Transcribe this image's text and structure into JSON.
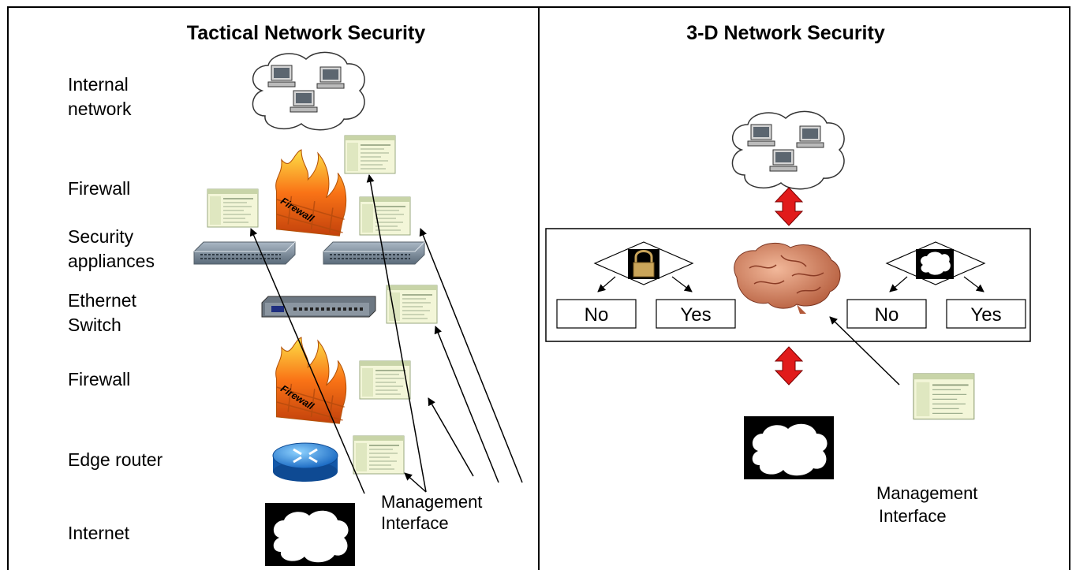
{
  "left_panel": {
    "title": "Tactical Network Security",
    "layers": [
      {
        "label_lines": [
          "Internal",
          "network"
        ]
      },
      {
        "label_lines": [
          "Firewall"
        ]
      },
      {
        "label_lines": [
          "Security",
          "appliances"
        ]
      },
      {
        "label_lines": [
          "Ethernet",
          "Switch"
        ]
      },
      {
        "label_lines": [
          "Firewall"
        ]
      },
      {
        "label_lines": [
          "Edge router"
        ]
      },
      {
        "label_lines": [
          "Internet"
        ]
      }
    ],
    "management_label": [
      "Management",
      "Interface"
    ],
    "firewall_text": "Firewall"
  },
  "right_panel": {
    "title": "3-D Network Security",
    "decisions": [
      {
        "icon": "padlock-icon",
        "no_label": "No",
        "yes_label": "Yes"
      },
      {
        "icon": "cloud-icon",
        "no_label": "No",
        "yes_label": "Yes"
      }
    ],
    "management_label": [
      "Management",
      "Interface"
    ]
  },
  "colors": {
    "border": "#000000",
    "double_arrow": "#e11b1b",
    "flame": "#f26a0f",
    "screen": "#f0f4c8"
  }
}
